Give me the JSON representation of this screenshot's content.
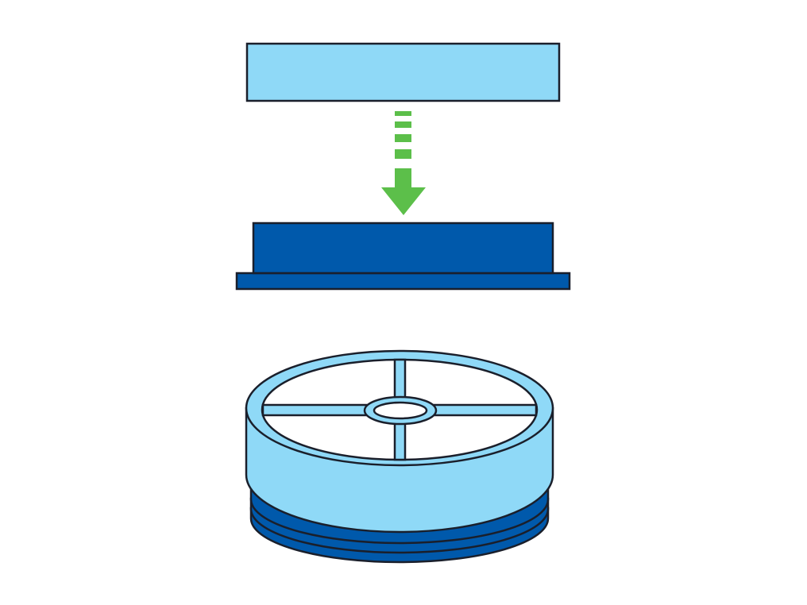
{
  "diagram": {
    "description_visible_text": "",
    "steps": [
      {
        "id": "foam-filter-pad",
        "shape": "flat-rectangle"
      },
      {
        "id": "motion-arrow",
        "shape": "dashed-arrow-down"
      },
      {
        "id": "filter-tray",
        "shape": "stepped-rectangle"
      },
      {
        "id": "round-filter-unit",
        "shape": "cylinder-with-crossbar-lid"
      }
    ]
  },
  "colors": {
    "outline": "#1a1f2b",
    "light_blue": "#8fd9f7",
    "dark_blue": "#0059ab",
    "arrow_green": "#5cbf4a",
    "background": "#ffffff"
  }
}
